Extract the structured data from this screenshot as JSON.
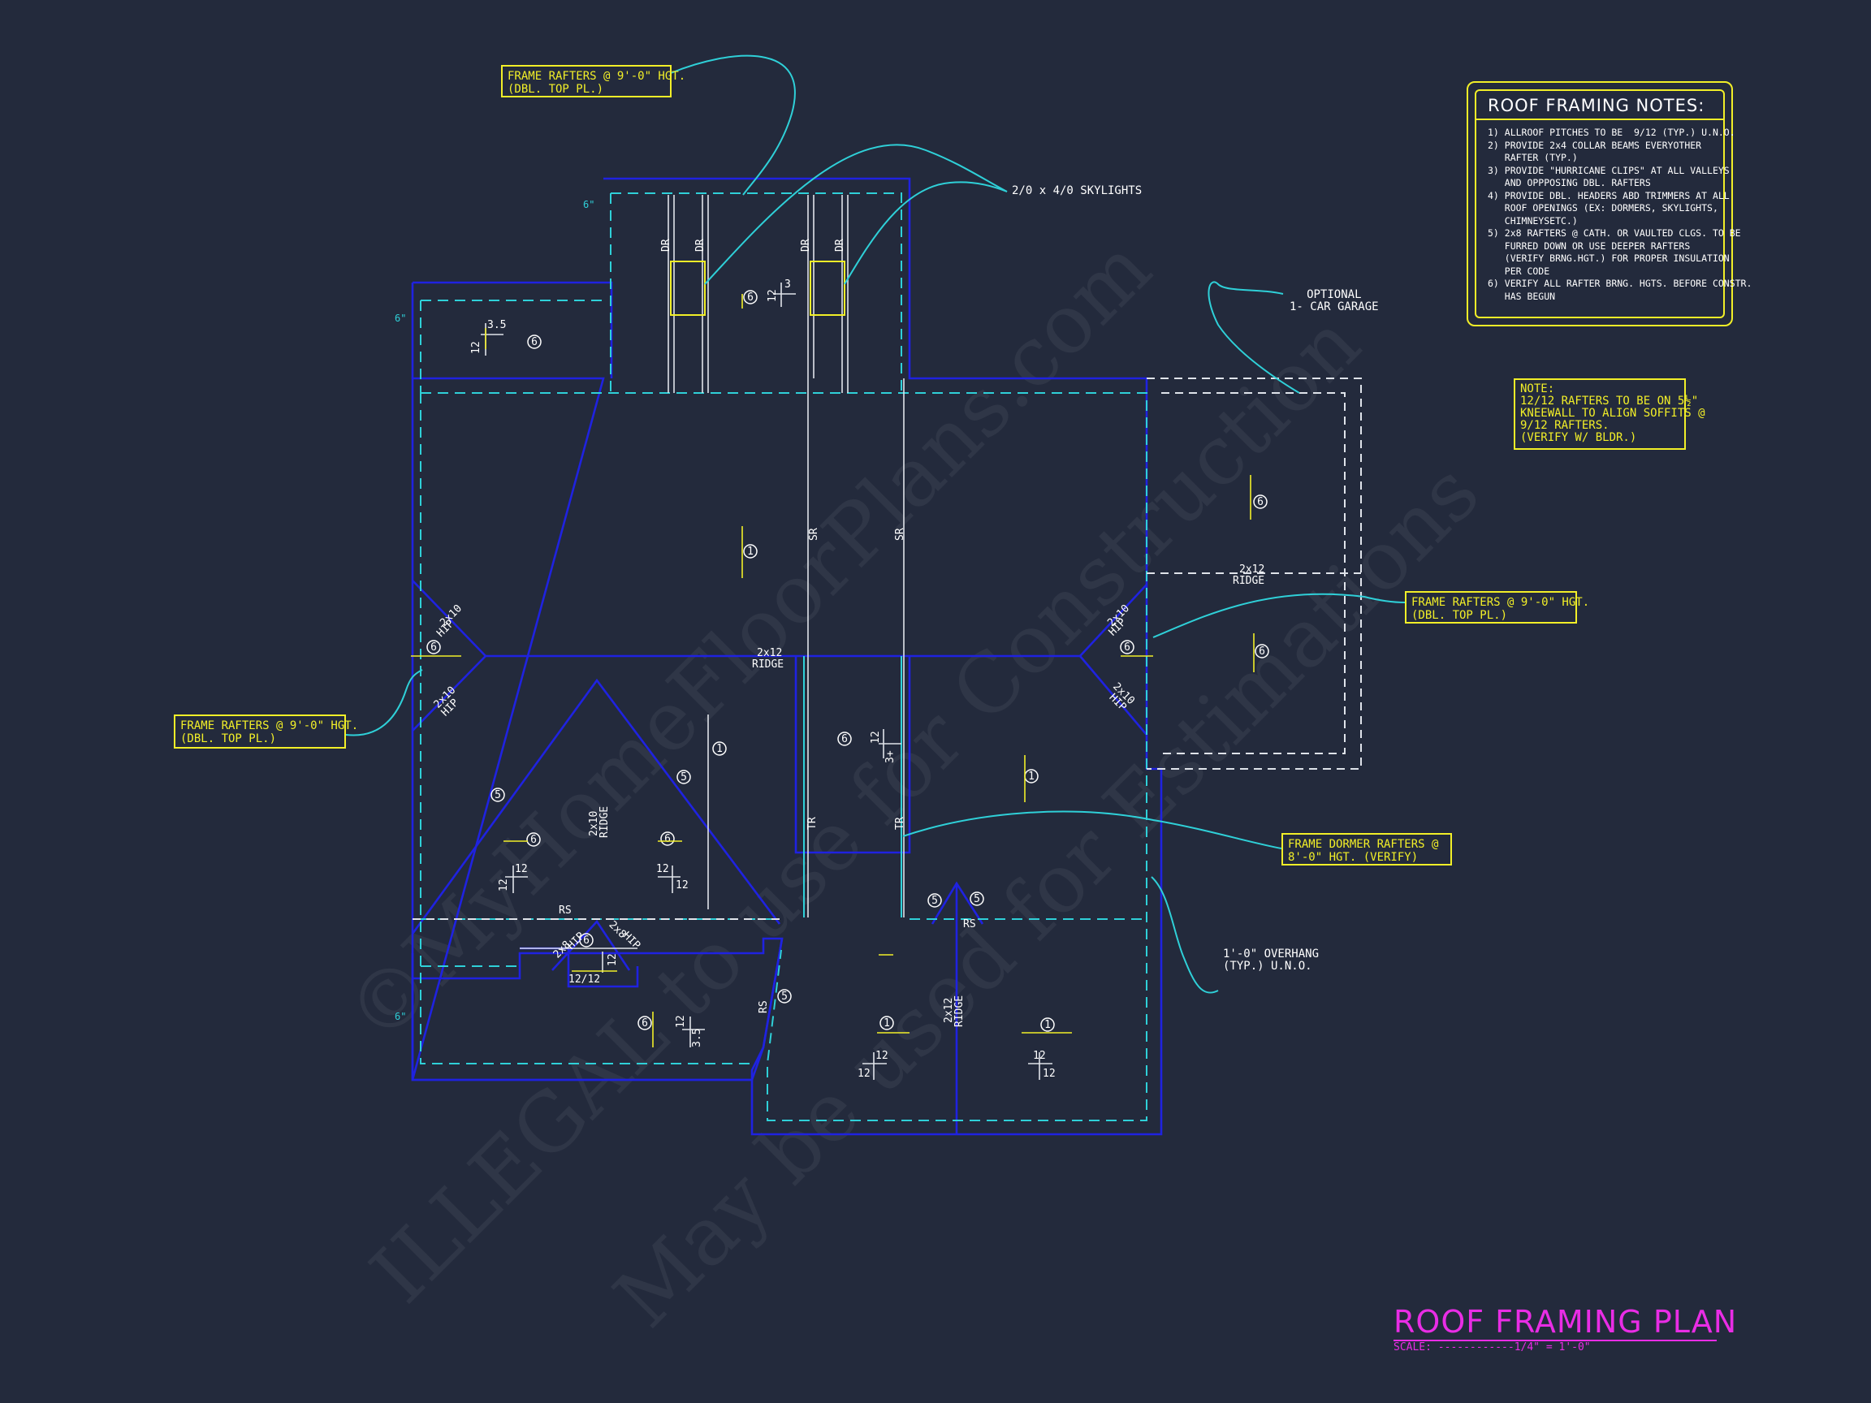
{
  "colors": {
    "background": "#232a3c",
    "outline": "#1f22e0",
    "overhang": "#2fd0d8",
    "annotation": "#f2ef28",
    "title": "#e92de5",
    "text": "#ffffff"
  },
  "title": {
    "text": "ROOF FRAMING PLAN",
    "scale": "SCALE: ------------1/4\" = 1'-0\""
  },
  "notes": {
    "heading": "ROOF FRAMING NOTES:",
    "items": [
      "1) ALLROOF PITCHES TO BE  9/12 (TYP.) U.N.O.",
      "2) PROVIDE 2x4 COLLAR BEAMS EVERYOTHER\n   RAFTER (TYP.)",
      "3) PROVIDE \"HURRICANE CLIPS\" AT ALL VALLEYS\n   AND OPPPOSING DBL. RAFTERS",
      "4) PROVIDE DBL. HEADERS ABD TRIMMERS AT ALL\n   ROOF OPENINGS (EX: DORMERS, SKYLIGHTS,\n   CHIMNEYSETC.)",
      "5) 2x8 RAFTERS @ CATH. OR VAULTED CLGS. TO BE\n   FURRED DOWN OR USE DEEPER RAFTERS\n   (VERIFY BRNG.HGT.) FOR PROPER INSULATION\n   PER CODE",
      "6) VERIFY ALL RAFTER BRNG. HGTS. BEFORE CONSTR.\n   HAS BEGUN"
    ]
  },
  "callouts": {
    "rafters_top": "FRAME RAFTERS @ 9'-0\" HGT.\n(DBL. TOP PL.)",
    "rafters_left": "FRAME RAFTERS @ 9'-0\" HGT.\n(DBL. TOP PL.)",
    "rafters_right": "FRAME RAFTERS @ 9'-0\" HGT.\n(DBL. TOP PL.)",
    "dormer": "FRAME DORMER RAFTERS @\n8'-0\" HGT. (VERIFY)",
    "kneewall": "NOTE:\n12/12 RAFTERS TO BE ON 5½\"\nKNEEWALL TO ALIGN SOFFITS @\n9/12 RAFTERS.\n(VERIFY W/ BLDR.)",
    "skylights": "2/0 x 4/0 SKYLIGHTS",
    "garage": "OPTIONAL\n1- CAR GARAGE",
    "overhang": "1'-0\" OVERHANG\n(TYP.) U.N.O."
  },
  "labels": {
    "ridge": "RIDGE",
    "hip": "HIP",
    "size_2x12": "2x12",
    "size_2x10": "2x10",
    "size_2x8": "2x8",
    "sr": "SR",
    "dr": "DR",
    "tr": "TR",
    "rs": "RS",
    "six_in": "6\"",
    "pitch_12": "12",
    "pitch_35": "3.5",
    "pitch_3": "3",
    "pitch_3plus": "3+",
    "pitch_1212": "12/12",
    "type_1": "1",
    "type_5": "5",
    "type_6": "6"
  },
  "watermark": {
    "line1": "©MyHomeFloorPlans.com",
    "line2": "ILLEGAL to use for Construction",
    "line3": "May be used for Estimations"
  }
}
